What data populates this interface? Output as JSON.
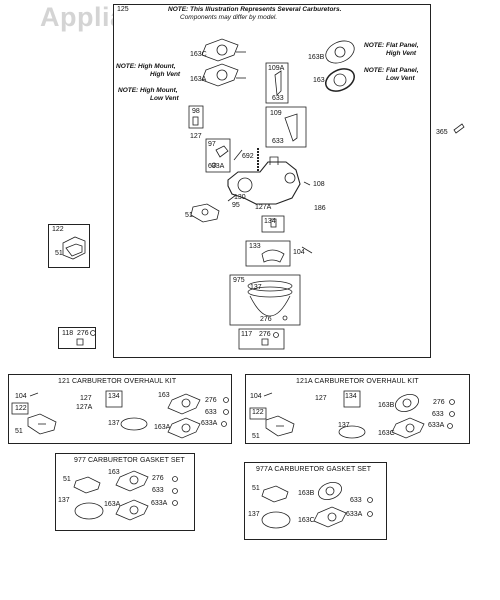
{
  "watermark": "AppliancePartsPros.com",
  "main": {
    "ref": "125",
    "note_lines": [
      "NOTE: This Illustration Represents Several Carburetors.",
      "Components may differ by model."
    ],
    "notes": {
      "high_mount_high_vent": [
        "NOTE: High Mount,",
        "High Vent"
      ],
      "high_mount_low_vent": [
        "NOTE: High Mount,",
        "Low Vent"
      ],
      "flat_panel_high_vent": [
        "NOTE: Flat Panel,",
        "High Vent"
      ],
      "flat_panel_low_vent": [
        "NOTE: Flat Panel,",
        "Low Vent"
      ]
    },
    "labels": {
      "p163C": "163C",
      "p163A": "163A",
      "p163B": "163B",
      "p163": "163",
      "p109A": "109A",
      "p633a": "633",
      "p109": "109",
      "p633b": "633",
      "p98": "98",
      "p127": "127",
      "p97": "97",
      "p633A": "633A",
      "p692": "692",
      "p108": "108",
      "p130": "130",
      "p95": "95",
      "p127A": "127A",
      "p186": "186",
      "p51": "51",
      "p134": "134",
      "p133": "133",
      "p104": "104",
      "p975": "975",
      "p137": "137",
      "p276": "276",
      "p117": "117",
      "p276b": "276",
      "p365": "365"
    }
  },
  "side": {
    "p122": "122",
    "p51": "51",
    "p118": "118",
    "p276": "276"
  },
  "kits": [
    {
      "id": "kit121",
      "title": "121 CARBURETOR OVERHAUL KIT",
      "labels": [
        "104",
        "122",
        "51",
        "127",
        "127A",
        "134",
        "137",
        "163",
        "163A",
        "276",
        "633",
        "633A"
      ]
    },
    {
      "id": "kit121A",
      "title": "121A CARBURETOR OVERHAUL KIT",
      "labels": [
        "104",
        "122",
        "51",
        "127",
        "134",
        "137",
        "163B",
        "163C",
        "276",
        "633",
        "633A"
      ]
    },
    {
      "id": "kit977",
      "title": "977 CARBURETOR GASKET SET",
      "labels": [
        "51",
        "137",
        "163",
        "163A",
        "276",
        "633",
        "633A"
      ]
    },
    {
      "id": "kit977A",
      "title": "977A CARBURETOR GASKET SET",
      "labels": [
        "51",
        "137",
        "163B",
        "163C",
        "633",
        "633A"
      ]
    }
  ]
}
